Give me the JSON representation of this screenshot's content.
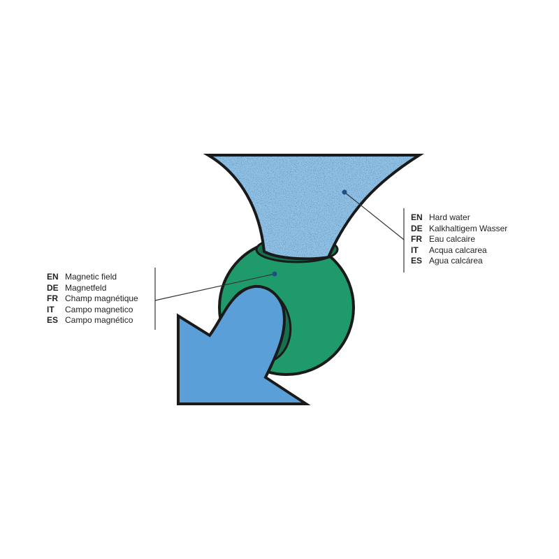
{
  "colors": {
    "water": "#8fbfe3",
    "speckle": "#1e4f86",
    "sphere": "#1f9a6b",
    "arrow": "#5b9fd8",
    "outline": "#1a1a1a"
  },
  "hard_water_legend": [
    {
      "code": "EN",
      "text": "Hard water"
    },
    {
      "code": "DE",
      "text": "Kalkhaltigem Wasser"
    },
    {
      "code": "FR",
      "text": "Eau calcaire"
    },
    {
      "code": "IT",
      "text": "Acqua calcarea"
    },
    {
      "code": "ES",
      "text": "Agua calcárea"
    }
  ],
  "magnetic_field_legend": [
    {
      "code": "EN",
      "text": "Magnetic field"
    },
    {
      "code": "DE",
      "text": "Magnetfeld"
    },
    {
      "code": "FR",
      "text": "Champ magnétique"
    },
    {
      "code": "IT",
      "text": "Campo magnetico"
    },
    {
      "code": "ES",
      "text": "Campo magnético"
    }
  ]
}
